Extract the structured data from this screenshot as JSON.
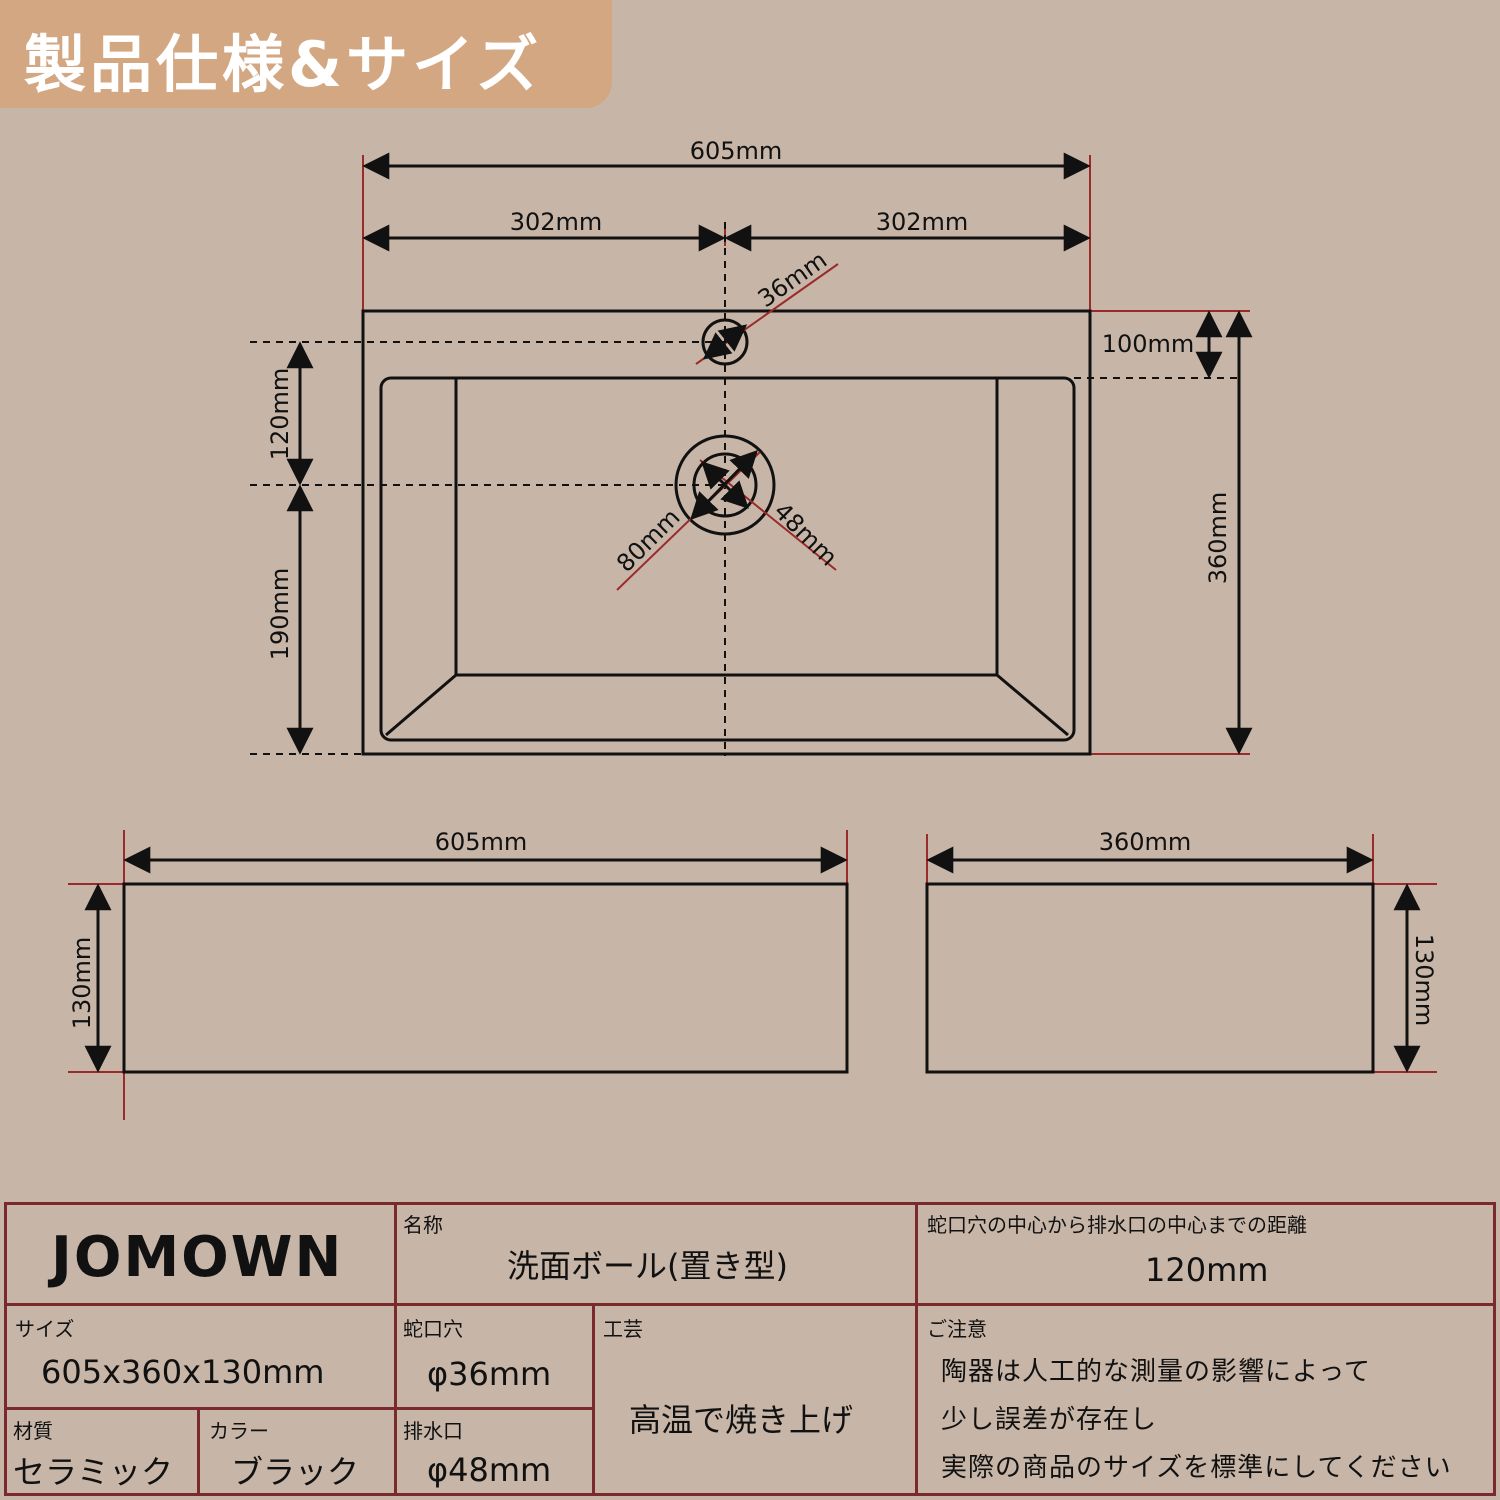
{
  "header": {
    "title": "製品仕様&サイズ"
  },
  "dimensions": {
    "top_width": "605mm",
    "half_left": "302mm",
    "half_right": "302mm",
    "faucet_hole": "36mm",
    "faucet_offset": "100mm",
    "faucet_to_drain": "120mm",
    "drain_to_edge": "190mm",
    "total_depth": "360mm",
    "drain_outer": "80mm",
    "drain_inner": "48mm",
    "front_width": "605mm",
    "front_height": "130mm",
    "side_width": "360mm",
    "side_height": "130mm"
  },
  "spec": {
    "brand": "JOMOWN",
    "name_label": "名称",
    "name_value": "洗面ボール(置き型)",
    "distance_label": "蛇口穴の中心から排水口の中心までの距離",
    "distance_value": "120mm",
    "size_label": "サイズ",
    "size_value": "605x360x130mm",
    "faucet_label": "蛇口穴",
    "faucet_value": "φ36mm",
    "craft_label": "工芸",
    "craft_value": "高温で焼き上げ",
    "notes_label": "ご注意",
    "notes": [
      "陶器は人工的な測量の影響によって",
      "少し誤差が存在し",
      "実際の商品のサイズを標準にしてください"
    ],
    "material_label": "材質",
    "material_value": "セラミック",
    "color_label": "カラー",
    "color_value": "ブラック",
    "drain_label": "排水口",
    "drain_value": "φ48mm"
  }
}
